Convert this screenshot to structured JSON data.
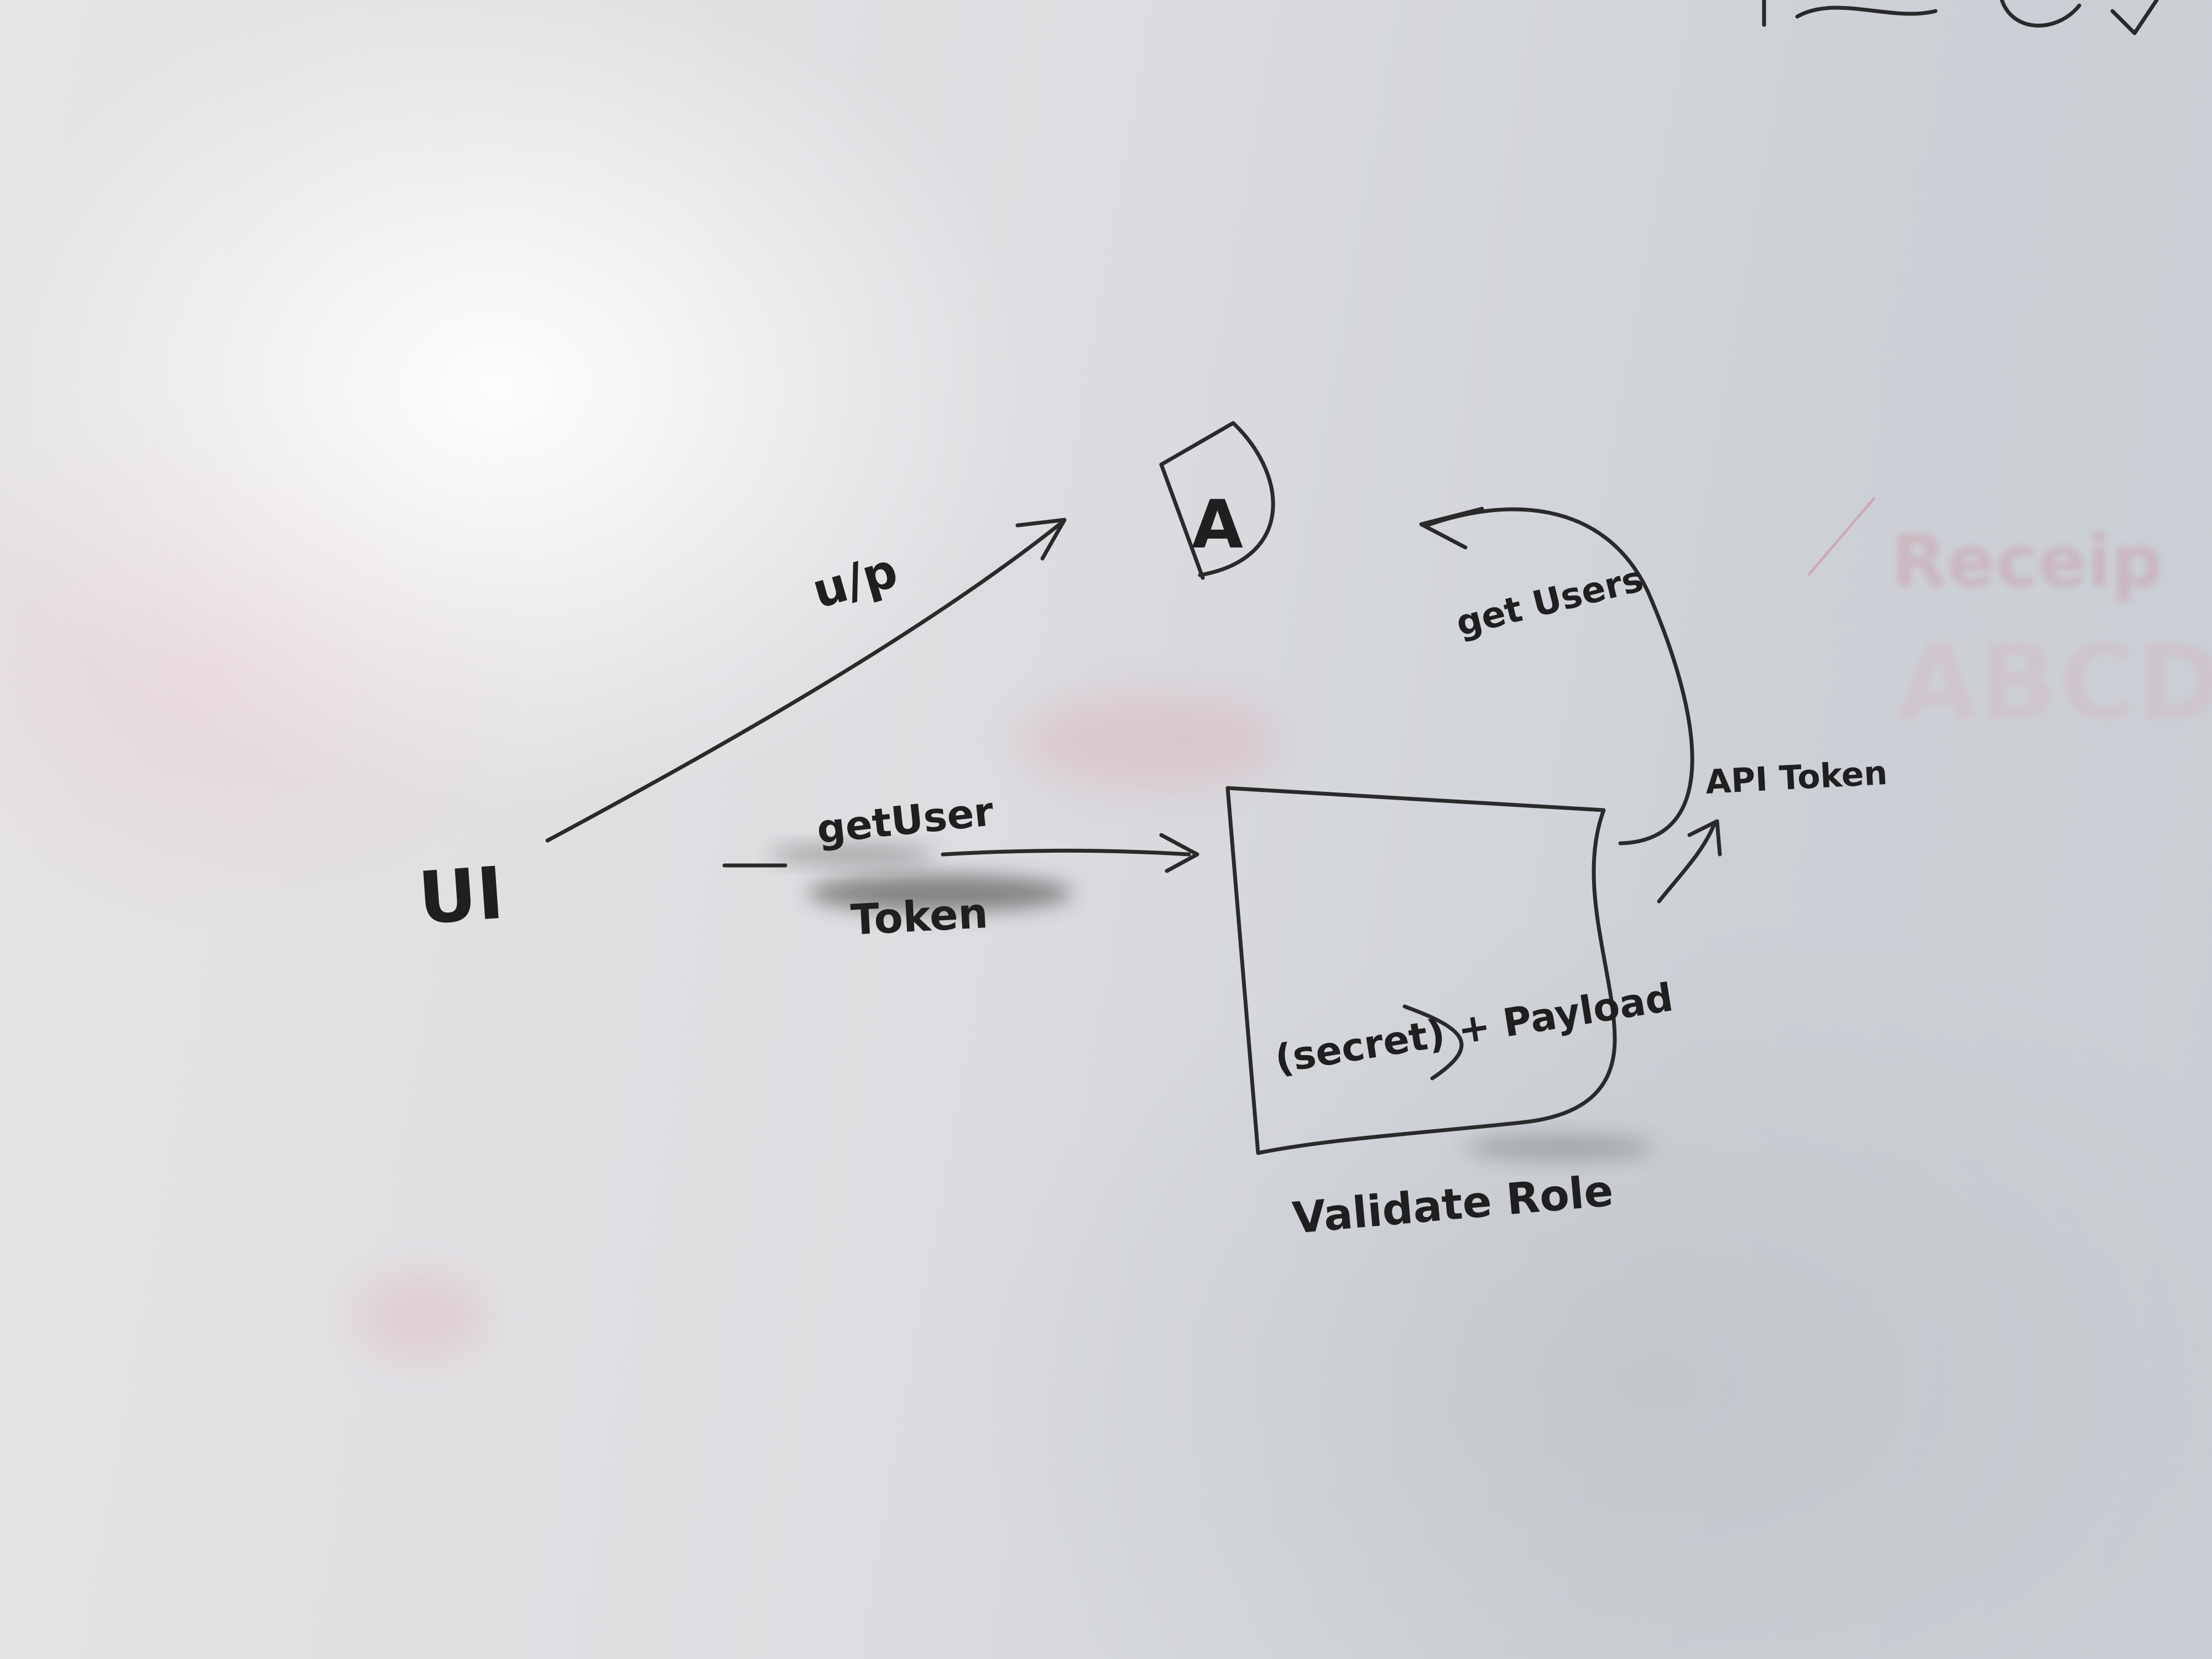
{
  "diagram": {
    "labels": {
      "ui": "UI",
      "a_node": "A",
      "u_p": "u/p",
      "get_user": "getUser",
      "token": "Token",
      "secret_payload": "(secret) + Payload",
      "validate_role": "Validate Role",
      "api_token": "API Token",
      "get_users": "get Users"
    },
    "ghost_text": {
      "receip": "Receip",
      "abcd": "ABCD"
    },
    "colors": {
      "marker": "#2a2a2a",
      "board": "#dcdde0",
      "ghost_red": "#c98a98",
      "smudge": "#3a3a3a"
    }
  }
}
